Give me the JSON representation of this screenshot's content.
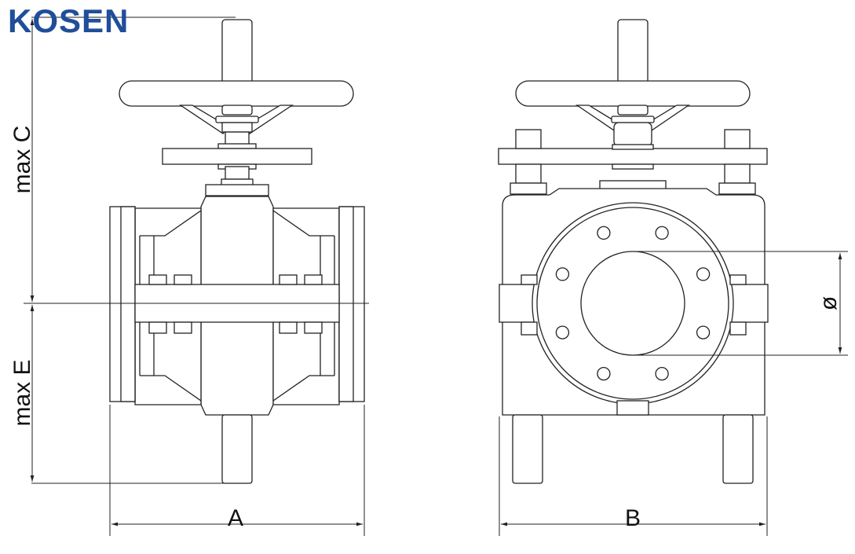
{
  "brand": {
    "name": "KOSEN",
    "color": "#1f4e9a"
  },
  "dimensions": {
    "a": "A",
    "b": "B",
    "c": "max C",
    "e": "max E",
    "diameter": "ø"
  },
  "colors": {
    "line": "#222222",
    "part": "#ffffff",
    "shade": "#f2f2f2"
  }
}
